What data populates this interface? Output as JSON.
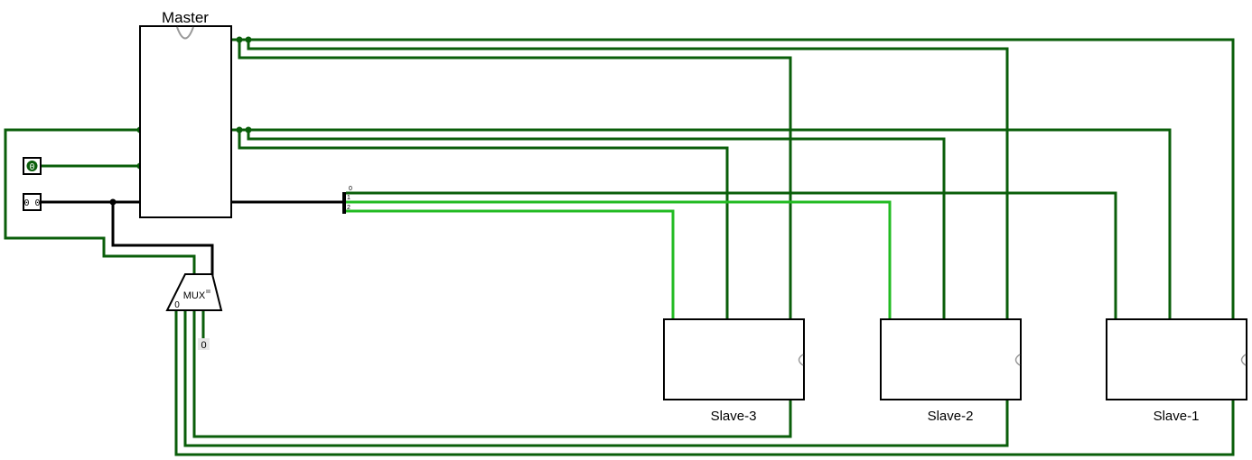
{
  "colors": {
    "wire_dark": "#0a5e0a",
    "wire_light": "#22bb22",
    "wire_black": "#000000",
    "component_border": "#000000",
    "clock_glyph": "#888888",
    "pin_dot": "#0a5e0a"
  },
  "master": {
    "label": "Master"
  },
  "slaves": [
    {
      "id": "slave-3",
      "label": "Slave-3"
    },
    {
      "id": "slave-2",
      "label": "Slave-2"
    },
    {
      "id": "slave-1",
      "label": "Slave-1"
    }
  ],
  "inputs": {
    "pin_single": {
      "value": "0",
      "icon": "input-pin-icon"
    },
    "pin_bus": {
      "value": "0 0",
      "icon": "input-bus-pin-icon"
    }
  },
  "mux": {
    "label": "MUX",
    "select_input_label": "0",
    "constant_value": "0"
  },
  "splitter": {
    "labels": [
      "0",
      "1",
      "2"
    ]
  }
}
